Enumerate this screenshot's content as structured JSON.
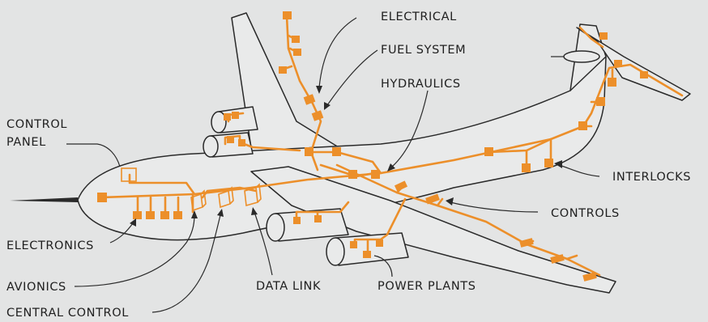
{
  "labels": {
    "electrical": "ELECTRICAL",
    "fuel_system": "FUEL SYSTEM",
    "hydraulics": "HYDRAULICS",
    "control_panel_line1": "CONTROL",
    "control_panel_line2": "PANEL",
    "interlocks": "INTERLOCKS",
    "controls": "CONTROLS",
    "electronics": "ELECTRONICS",
    "avionics": "AVIONICS",
    "data_link": "DATA LINK",
    "power_plants": "POWER PLANTS",
    "central_control": "CENTRAL CONTROL"
  },
  "colors": {
    "background": "#e3e4e4",
    "wiring": "#ec8f2a",
    "outline": "#2a2a2a"
  }
}
